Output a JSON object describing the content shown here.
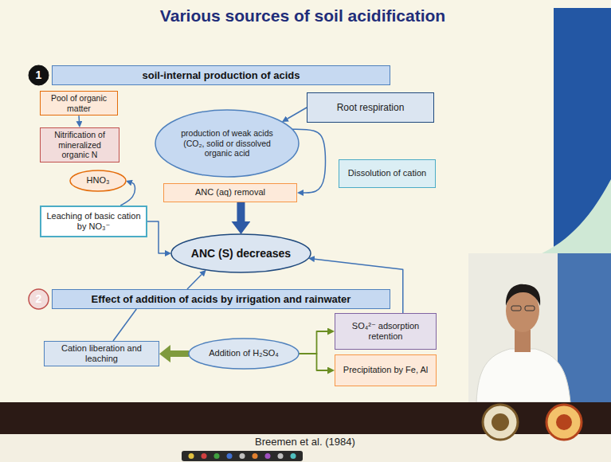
{
  "diagram": {
    "title": "Various sources of soil acidification",
    "nodes": [
      {
        "text": [
          "1"
        ]
      },
      {
        "text": [
          "soil-internal production of acids"
        ]
      },
      {
        "text": [
          "Pool of organic matter"
        ]
      },
      {
        "text": [
          "Root respiration"
        ]
      },
      {
        "text": [
          "Nitrification of mineralized organic N"
        ]
      },
      {
        "text": [
          "production of weak acids (CO₂, solid or dissolved organic acid"
        ]
      },
      {
        "text": [
          "Dissolution of cation"
        ]
      },
      {
        "text": [
          "HNO₃"
        ]
      },
      {
        "text": [
          "ANC (aq) removal"
        ]
      },
      {
        "text": [
          "Leaching of basic cation by NO₃⁻"
        ]
      },
      {
        "text": [
          "ANC (S) decreases"
        ]
      },
      {
        "text": [
          "2"
        ]
      },
      {
        "text": [
          "Effect of addition of acids by irrigation and rainwater"
        ]
      },
      {
        "text": [
          "SO₄²⁻ adsorption retention"
        ]
      },
      {
        "text": [
          "Cation liberation and leaching"
        ]
      },
      {
        "text": [
          "Addition of H₂SO₄"
        ]
      },
      {
        "text": [
          "Precipitation by Fe, Al"
        ]
      }
    ],
    "edges": [
      {
        "from": 2,
        "to": 4,
        "arrow": "to"
      },
      {
        "from": 3,
        "to": 5,
        "arrow": "to"
      },
      {
        "from": 9,
        "to": 7,
        "arrow": "to"
      },
      {
        "from": 9,
        "to": 10,
        "arrow": "to"
      },
      {
        "from": 5,
        "to": 8,
        "arrow": "to"
      },
      {
        "from": 8,
        "to": 10,
        "arrow": "to"
      },
      {
        "from": 12,
        "to": 10,
        "arrow": "to"
      },
      {
        "from": 14,
        "to": 12,
        "arrow": "none"
      },
      {
        "from": 13,
        "to": 10,
        "arrow": "to"
      },
      {
        "from": 15,
        "to": 14,
        "arrow": "to"
      },
      {
        "from": 15,
        "to": 13,
        "arrow": "to"
      },
      {
        "from": 15,
        "to": 16,
        "arrow": "to"
      }
    ],
    "labels": [
      "Breemen et al. (1984)"
    ]
  }
}
